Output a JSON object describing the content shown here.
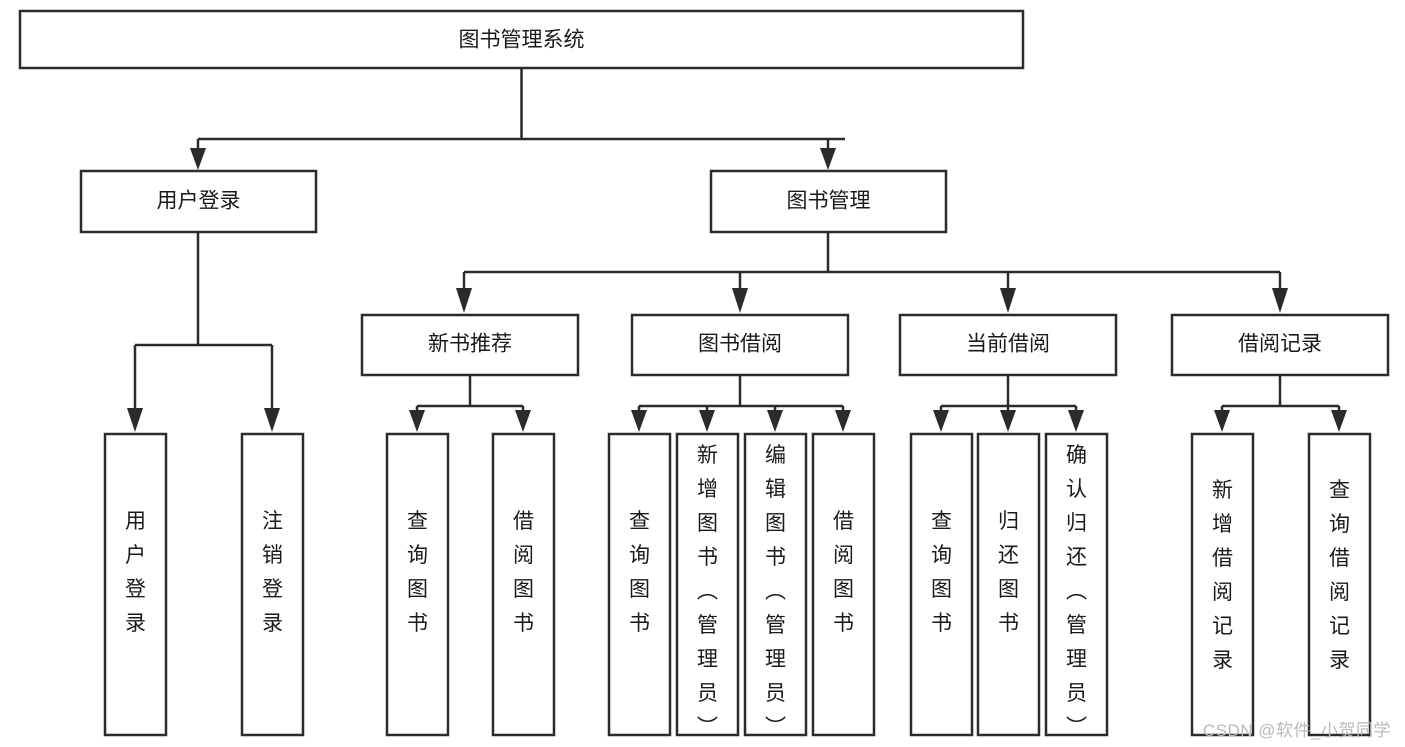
{
  "diagram": {
    "title": "图书管理系统",
    "watermark": "CSDN @软件_小贺同学",
    "type": "tree",
    "root": {
      "id": "root",
      "label": "图书管理系统"
    },
    "level2": [
      {
        "id": "user-login",
        "label": "用户登录"
      },
      {
        "id": "book-manage",
        "label": "图书管理"
      }
    ],
    "level3": [
      {
        "id": "new-book-recommend",
        "label": "新书推荐",
        "parent": "book-manage"
      },
      {
        "id": "book-borrow",
        "label": "图书借阅",
        "parent": "book-manage"
      },
      {
        "id": "current-borrow",
        "label": "当前借阅",
        "parent": "book-manage"
      },
      {
        "id": "borrow-record",
        "label": "借阅记录",
        "parent": "book-manage"
      }
    ],
    "leaves": [
      {
        "id": "leaf-user-login",
        "label": "用户登录",
        "parent": "user-login"
      },
      {
        "id": "leaf-logout-login",
        "label": "注销登录",
        "parent": "user-login"
      },
      {
        "id": "leaf-query-book-1",
        "label": "查询图书",
        "parent": "new-book-recommend"
      },
      {
        "id": "leaf-borrow-book-1",
        "label": "借阅图书",
        "parent": "new-book-recommend"
      },
      {
        "id": "leaf-query-book-2",
        "label": "查询图书",
        "parent": "book-borrow"
      },
      {
        "id": "leaf-add-book",
        "label": "新增图书（管理员）",
        "parent": "book-borrow"
      },
      {
        "id": "leaf-edit-book",
        "label": "编辑图书（管理员）",
        "parent": "book-borrow"
      },
      {
        "id": "leaf-borrow-book-2",
        "label": "借阅图书",
        "parent": "book-borrow"
      },
      {
        "id": "leaf-query-book-3",
        "label": "查询图书",
        "parent": "current-borrow"
      },
      {
        "id": "leaf-return-book",
        "label": "归还图书",
        "parent": "current-borrow"
      },
      {
        "id": "leaf-confirm-return",
        "label": "确认归还（管理员）",
        "parent": "current-borrow"
      },
      {
        "id": "leaf-add-record",
        "label": "新增借阅记录",
        "parent": "borrow-record"
      },
      {
        "id": "leaf-query-record",
        "label": "查询借阅记录",
        "parent": "borrow-record"
      }
    ],
    "colors": {
      "stroke": "#2b2b2b",
      "fill": "#ffffff",
      "text": "#1a1a1a",
      "watermark": "#b9b9b9"
    }
  }
}
